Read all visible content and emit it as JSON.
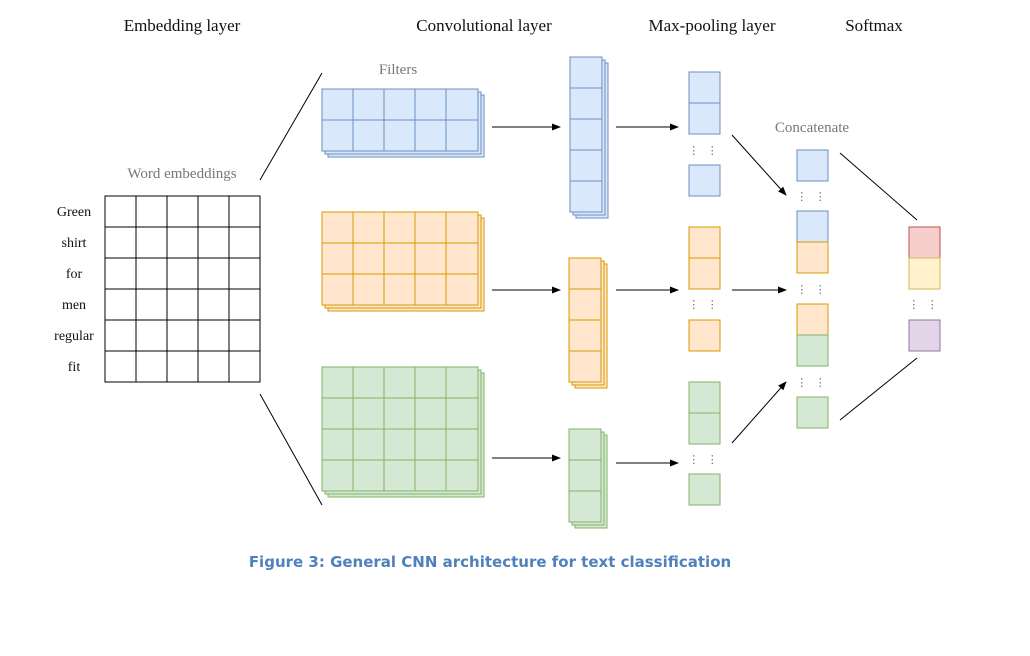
{
  "headers": {
    "embedding": "Embedding layer",
    "convolutional": "Convolutional layer",
    "maxpool": "Max-pooling layer",
    "softmax": "Softmax"
  },
  "labels": {
    "filters": "Filters",
    "word_embeddings": "Word embeddings",
    "concatenate": "Concatenate"
  },
  "words": [
    "Green",
    "shirt",
    "for",
    "men",
    "regular",
    "fit"
  ],
  "caption": "Figure 3: General CNN architecture for text classification",
  "colors": {
    "blue_fill": "#dae8fc",
    "blue_stroke": "#6c8ebf",
    "orange_fill": "#ffe6cc",
    "orange_stroke": "#d79b00",
    "green_fill": "#d5e8d4",
    "green_stroke": "#82b366",
    "red_fill": "#f8cecc",
    "yellow_fill": "#fff2cc",
    "purple_fill": "#e1d5e7",
    "caption": "#4f81bd"
  }
}
